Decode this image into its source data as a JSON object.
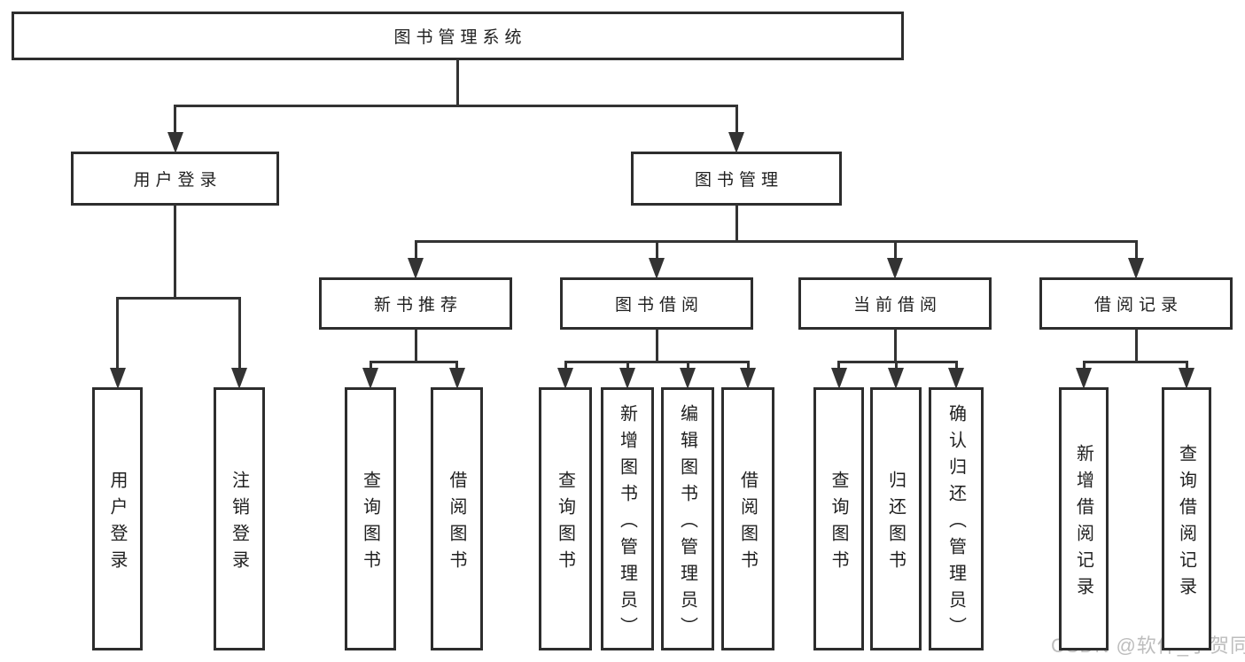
{
  "diagram": {
    "title": "图书管理系统",
    "watermark": "CSDN @软件_小贺同学",
    "colors": {
      "line": "#333333",
      "box_border": "#2d2d2d",
      "text": "#1f1f1f",
      "background": "#ffffff",
      "watermark": "#bdbdbd"
    },
    "nodes": [
      {
        "id": "root",
        "label": "图书管理系统",
        "level": 1,
        "orientation": "horizontal"
      },
      {
        "id": "login",
        "label": "用户登录",
        "level": 2,
        "orientation": "horizontal"
      },
      {
        "id": "mgmt",
        "label": "图书管理",
        "level": 2,
        "orientation": "horizontal"
      },
      {
        "id": "rec",
        "label": "新书推荐",
        "level": 3,
        "orientation": "horizontal"
      },
      {
        "id": "borrow",
        "label": "图书借阅",
        "level": 3,
        "orientation": "horizontal"
      },
      {
        "id": "current",
        "label": "当前借阅",
        "level": 3,
        "orientation": "horizontal"
      },
      {
        "id": "records",
        "label": "借阅记录",
        "level": 3,
        "orientation": "horizontal"
      },
      {
        "id": "l-login-1",
        "label": "用户登录",
        "level": 4,
        "orientation": "vertical"
      },
      {
        "id": "l-login-2",
        "label": "注销登录",
        "level": 4,
        "orientation": "vertical"
      },
      {
        "id": "l-rec-1",
        "label": "查询图书",
        "level": 4,
        "orientation": "vertical"
      },
      {
        "id": "l-rec-2",
        "label": "借阅图书",
        "level": 4,
        "orientation": "vertical"
      },
      {
        "id": "l-borrow-1",
        "label": "查询图书",
        "level": 4,
        "orientation": "vertical"
      },
      {
        "id": "l-borrow-2",
        "label": "新增图书（管理员）",
        "level": 4,
        "orientation": "vertical"
      },
      {
        "id": "l-borrow-3",
        "label": "编辑图书（管理员）",
        "level": 4,
        "orientation": "vertical"
      },
      {
        "id": "l-borrow-4",
        "label": "借阅图书",
        "level": 4,
        "orientation": "vertical"
      },
      {
        "id": "l-current-1",
        "label": "查询图书",
        "level": 4,
        "orientation": "vertical"
      },
      {
        "id": "l-current-2",
        "label": "归还图书",
        "level": 4,
        "orientation": "vertical"
      },
      {
        "id": "l-current-3",
        "label": "确认归还（管理员）",
        "level": 4,
        "orientation": "vertical"
      },
      {
        "id": "l-records-1",
        "label": "新增借阅记录",
        "level": 4,
        "orientation": "vertical"
      },
      {
        "id": "l-records-2",
        "label": "查询借阅记录",
        "level": 4,
        "orientation": "vertical"
      }
    ],
    "edges": [
      {
        "from": "root",
        "to": [
          "login",
          "mgmt"
        ]
      },
      {
        "from": "login",
        "to": [
          "l-login-1",
          "l-login-2"
        ]
      },
      {
        "from": "mgmt",
        "to": [
          "rec",
          "borrow",
          "current",
          "records"
        ]
      },
      {
        "from": "rec",
        "to": [
          "l-rec-1",
          "l-rec-2"
        ]
      },
      {
        "from": "borrow",
        "to": [
          "l-borrow-1",
          "l-borrow-2",
          "l-borrow-3",
          "l-borrow-4"
        ]
      },
      {
        "from": "current",
        "to": [
          "l-current-1",
          "l-current-2",
          "l-current-3"
        ]
      },
      {
        "from": "records",
        "to": [
          "l-records-1",
          "l-records-2"
        ]
      }
    ]
  }
}
